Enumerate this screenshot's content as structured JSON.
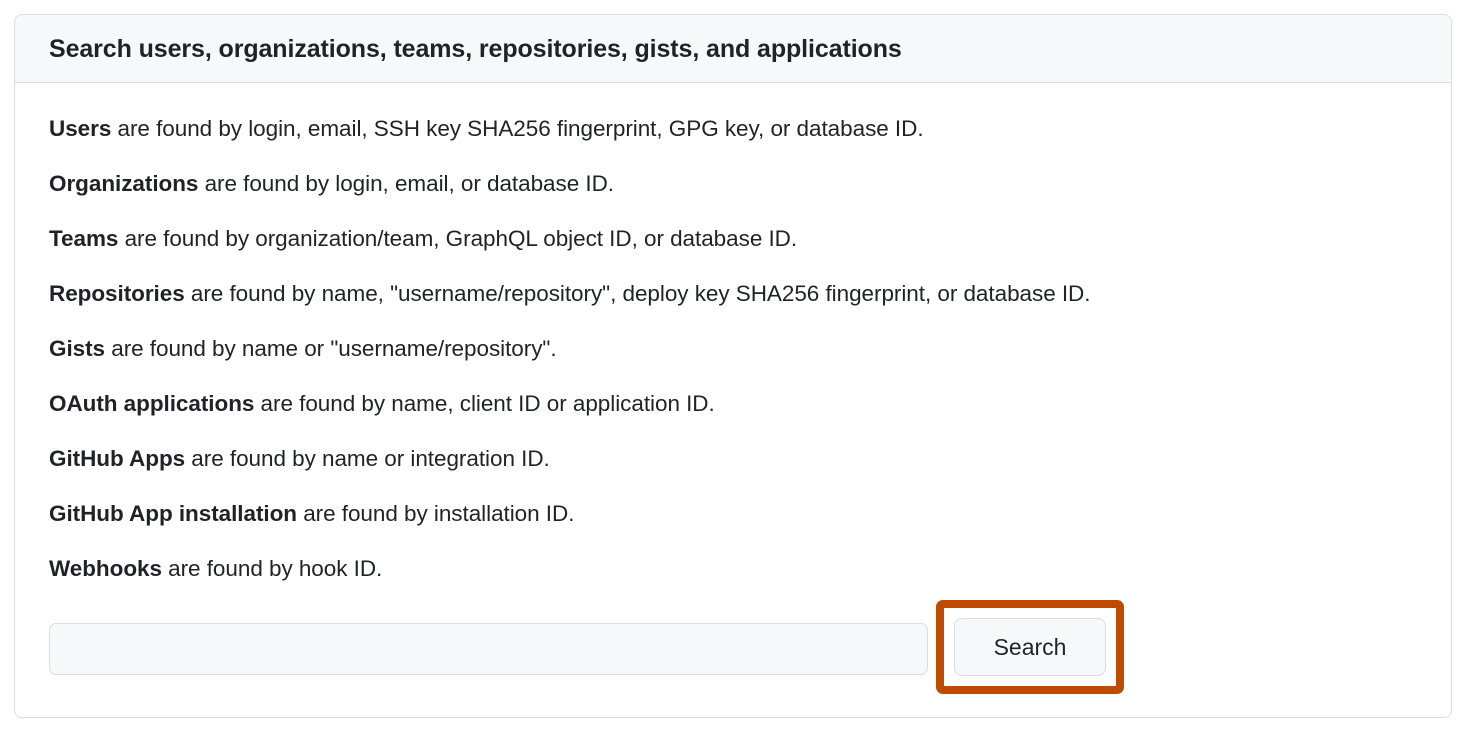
{
  "panel": {
    "header_title": "Search users, organizations, teams, repositories, gists, and applications",
    "help_lines": [
      {
        "term": "Users",
        "rest": " are found by login, email, SSH key SHA256 fingerprint, GPG key, or database ID."
      },
      {
        "term": "Organizations",
        "rest": " are found by login, email, or database ID."
      },
      {
        "term": "Teams",
        "rest": " are found by organization/team, GraphQL object ID, or database ID."
      },
      {
        "term": "Repositories",
        "rest": " are found by name, \"username/repository\", deploy key SHA256 fingerprint, or database ID."
      },
      {
        "term": "Gists",
        "rest": " are found by name or \"username/repository\"."
      },
      {
        "term": "OAuth applications",
        "rest": " are found by name, client ID or application ID."
      },
      {
        "term": "GitHub Apps",
        "rest": " are found by name or integration ID."
      },
      {
        "term": "GitHub App installation",
        "rest": " are found by installation ID."
      },
      {
        "term": "Webhooks",
        "rest": " are found by hook ID."
      }
    ],
    "search": {
      "input_value": "",
      "input_placeholder": "",
      "button_label": "Search"
    }
  },
  "colors": {
    "annotation_highlight": "#bf4b00",
    "panel_border": "#d8dee4",
    "header_background": "#f6f8fa",
    "text": "#1f2328",
    "field_background": "#f6f8fa"
  }
}
